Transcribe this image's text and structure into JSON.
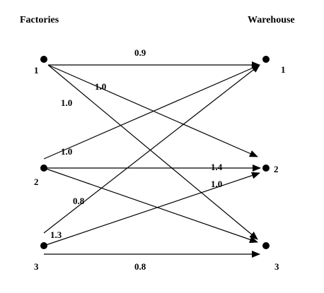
{
  "headers": {
    "left": "Factories",
    "right": "Warehouse"
  },
  "factories": [
    {
      "id": "f1",
      "label": "1"
    },
    {
      "id": "f2",
      "label": "2"
    },
    {
      "id": "f3",
      "label": "3"
    }
  ],
  "warehouses": [
    {
      "id": "w1",
      "label": "1"
    },
    {
      "id": "w2",
      "label": "2"
    },
    {
      "id": "w3",
      "label": "3"
    }
  ],
  "edges": [
    {
      "from": "f1",
      "to": "w1",
      "cost": "0.9"
    },
    {
      "from": "f1",
      "to": "w2",
      "cost": "1.0"
    },
    {
      "from": "f1",
      "to": "w3",
      "cost": "1.0"
    },
    {
      "from": "f2",
      "to": "w1",
      "cost": "1.0"
    },
    {
      "from": "f2",
      "to": "w2",
      "cost": "1.4"
    },
    {
      "from": "f2",
      "to": "w3",
      "cost": "1.0"
    },
    {
      "from": "f3",
      "to": "w1",
      "cost": "0.8"
    },
    {
      "from": "f3",
      "to": "w2",
      "cost": "1.3"
    },
    {
      "from": "f3",
      "to": "w3",
      "cost": "0.8"
    }
  ]
}
